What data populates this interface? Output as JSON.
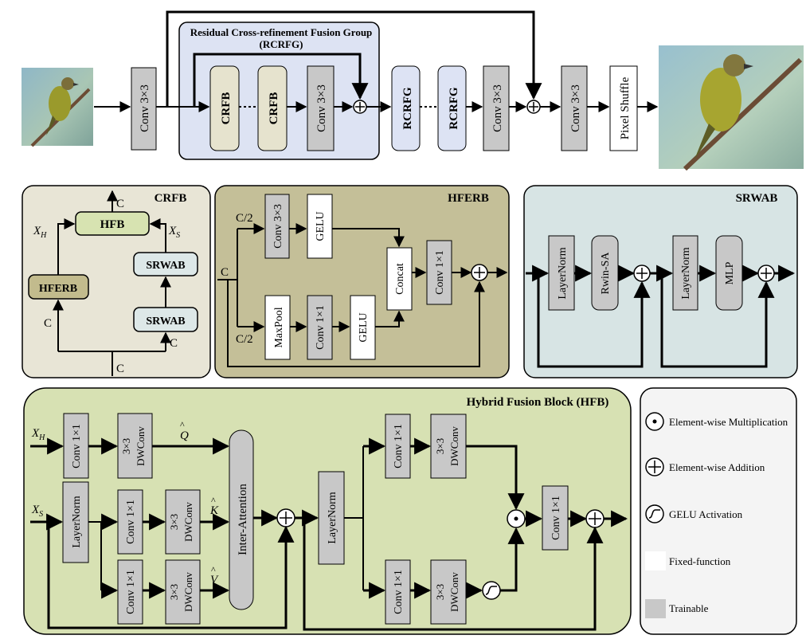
{
  "colors": {
    "rcrfg_bg": "#dde3f3",
    "crfb_bg": "#e8e5d6",
    "hferb_bg": "#c4bf98",
    "srwab_bg": "#d7e4e4",
    "hfb_bg": "#d7e1b3",
    "legend_bg": "#f4f4f4",
    "trainable": "#c8c8c8",
    "fixed": "#ffffff",
    "crfb_block": "#e6e3ce",
    "rcrfg_block": "#dde3f4",
    "hfb_block": "#d7e3b1",
    "srwab_block": "#dde8e8",
    "hferb_block": "#c2bb8d"
  },
  "top": {
    "group_title": "Residual Cross-refinement Fusion Group",
    "group_abbr": "(RCRFG)",
    "conv3": "Conv 3×3",
    "crfb": "CRFB",
    "rcrfg": "RCRFG",
    "pixel_shuffle": "Pixel Shuffle"
  },
  "crfb": {
    "title": "CRFB",
    "hfb": "HFB",
    "hferb": "HFERB",
    "srwab": "SRWAB",
    "c": "C",
    "xh_main": "X",
    "xh_sub": "H",
    "xs_main": "X",
    "xs_sub": "S"
  },
  "hferb": {
    "title": "HFERB",
    "half": "C/2",
    "c": "C",
    "conv3": "Conv 3×3",
    "gelu": "GELU",
    "maxpool": "MaxPool",
    "conv1": "Conv 1×1",
    "concat": "Concat"
  },
  "srwab": {
    "title": "SRWAB",
    "layernorm": "LayerNorm",
    "rwinsa": "Rwin-SA",
    "mlp": "MLP"
  },
  "hfb": {
    "title": "Hybrid Fusion Block (HFB)",
    "xh_main": "X",
    "xh_sub": "H",
    "xs_main": "X",
    "xs_sub": "S",
    "conv1": "Conv 1×1",
    "dw_top": "3×3",
    "dw_bottom": "DWConv",
    "layernorm": "LayerNorm",
    "inter_attention": "Inter-Attention",
    "q": "Q",
    "k": "K",
    "v": "V"
  },
  "legend": {
    "mult": "Element-wise Multiplication",
    "add": "Element-wise Addition",
    "gelu": "GELU Activation",
    "fixed": "Fixed-function",
    "trainable": "Trainable"
  }
}
